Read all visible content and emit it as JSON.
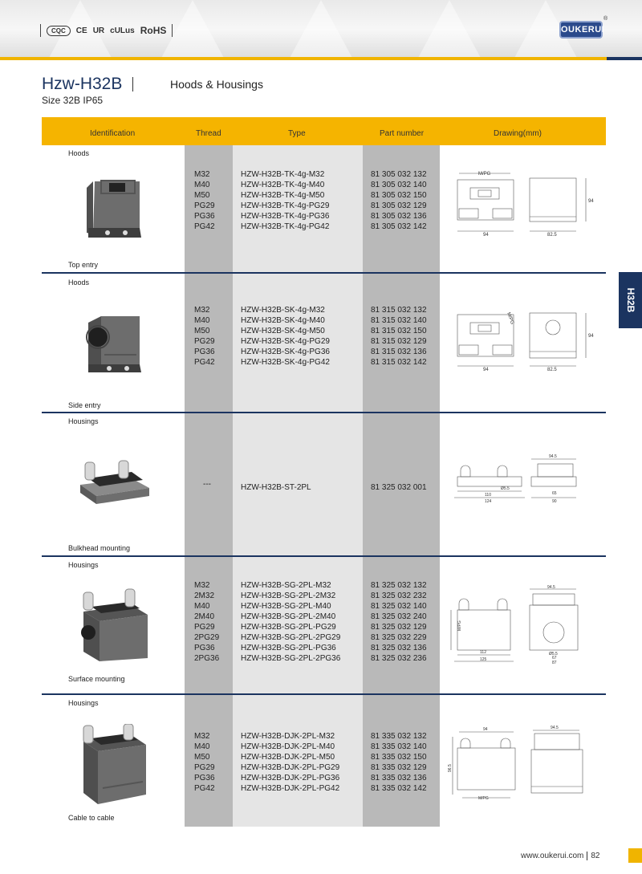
{
  "header": {
    "certifications": [
      "CQC",
      "CE",
      "UR",
      "cULus",
      "RoHS"
    ],
    "brand": "OUKERUI",
    "brand_mark": "®"
  },
  "page": {
    "model": "Hzw-H32B",
    "section": "Hoods & Housings",
    "size_line": "Size 32B  IP65",
    "side_tab": "H32B"
  },
  "table": {
    "headers": {
      "identification": "Identification",
      "thread": "Thread",
      "type": "Type",
      "part_number": "Part number",
      "drawing": "Drawing(mm)"
    },
    "rows": [
      {
        "category": "Hoods",
        "caption": "Top entry",
        "threads": [
          "M32",
          "M40",
          "M50",
          "PG29",
          "PG36",
          "PG42"
        ],
        "types": [
          "HZW-H32B-TK-4g-M32",
          "HZW-H32B-TK-4g-M40",
          "HZW-H32B-TK-4g-M50",
          "HZW-H32B-TK-4g-PG29",
          "HZW-H32B-TK-4g-PG36",
          "HZW-H32B-TK-4g-PG42"
        ],
        "parts": [
          "81 305 032 132",
          "81 305 032 140",
          "81 305 032 150",
          "81 305 032 129",
          "81 305 032 136",
          "81 305 032 142"
        ],
        "drawing_labels": [
          "M/PG",
          "94",
          "94",
          "82.5"
        ]
      },
      {
        "category": "Hoods",
        "caption": "Side entry",
        "threads": [
          "M32",
          "M40",
          "M50",
          "PG29",
          "PG36",
          "PG42"
        ],
        "types": [
          "HZW-H32B-SK-4g-M32",
          "HZW-H32B-SK-4g-M40",
          "HZW-H32B-SK-4g-M50",
          "HZW-H32B-SK-4g-PG29",
          "HZW-H32B-SK-4g-PG36",
          "HZW-H32B-SK-4g-PG42"
        ],
        "parts": [
          "81 315 032 132",
          "81 315 032 140",
          "81 315 032 150",
          "81 315 032 129",
          "81 315 032 136",
          "81 315 032 142"
        ],
        "drawing_labels": [
          "M/PG",
          "94",
          "94",
          "82.5"
        ]
      },
      {
        "category": "Housings",
        "caption": "Bulkhead mounting",
        "threads": [
          "---"
        ],
        "types": [
          "HZW-H32B-ST-2PL"
        ],
        "parts": [
          "81 325 032 001"
        ],
        "drawing_labels": [
          "94.5",
          "Ø5.5",
          "110",
          "124",
          "65",
          "90"
        ]
      },
      {
        "category": "Housings",
        "caption": "Surface mounting",
        "threads": [
          "M32",
          "2M32",
          "M40",
          "2M40",
          "PG29",
          "2PG29",
          "PG36",
          "2PG36"
        ],
        "types": [
          "HZW-H32B-SG-2PL-M32",
          "HZW-H32B-SG-2PL-2M32",
          "HZW-H32B-SG-2PL-M40",
          "HZW-H32B-SG-2PL-2M40",
          "HZW-H32B-SG-2PL-PG29",
          "HZW-H32B-SG-2PL-2PG29",
          "HZW-H32B-SG-2PL-PG36",
          "HZW-H32B-SG-2PL-2PG36"
        ],
        "parts": [
          "81 325 032 132",
          "81 325 032 232",
          "81 325 032 140",
          "81 325 032 240",
          "81 325 032 129",
          "81 325 032 229",
          "81 325 032 136",
          "81 325 032 236"
        ],
        "drawing_labels": [
          "94.5",
          "M/PG",
          "112",
          "125",
          "Ø5.5",
          "67",
          "87"
        ]
      },
      {
        "category": "Housings",
        "caption": "Cable to cable",
        "threads": [
          "M32",
          "M40",
          "M50",
          "PG29",
          "PG36",
          "PG42"
        ],
        "types": [
          "HZW-H32B-DJK-2PL-M32",
          "HZW-H32B-DJK-2PL-M40",
          "HZW-H32B-DJK-2PL-M50",
          "HZW-H32B-DJK-2PL-PG29",
          "HZW-H32B-DJK-2PL-PG36",
          "HZW-H32B-DJK-2PL-PG42"
        ],
        "parts": [
          "81 335 032 132",
          "81 335 032 140",
          "81 335 032 150",
          "81 335 032 129",
          "81 335 032 136",
          "81 335 032 142"
        ],
        "drawing_labels": [
          "94",
          "94.5",
          "96.5",
          "M/PG"
        ]
      }
    ]
  },
  "footer": {
    "url": "www.oukerui.com",
    "page_number": "82"
  },
  "colors": {
    "accent_gold": "#f5b400",
    "navy": "#1b3460",
    "column_dark": "#b9b9b9",
    "column_light": "#e5e5e5"
  }
}
